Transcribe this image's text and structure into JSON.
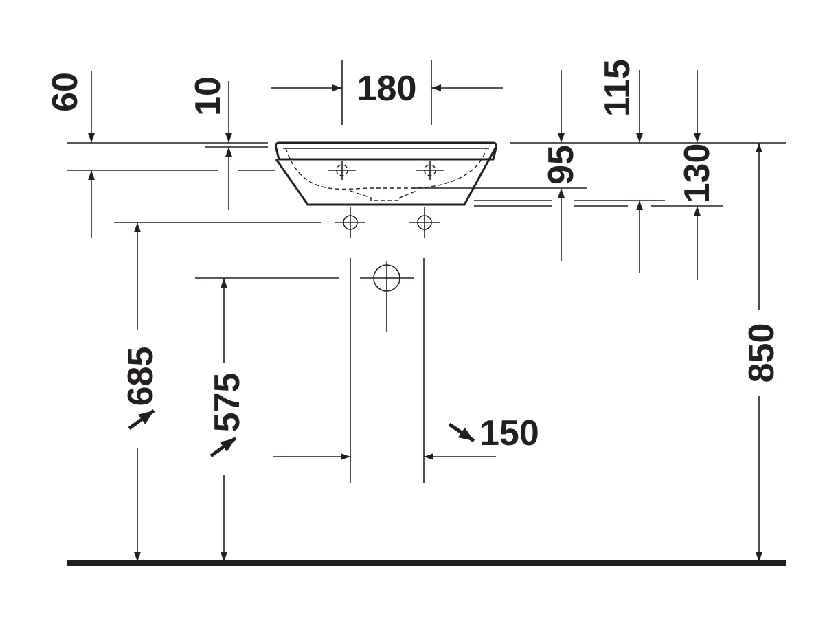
{
  "drawing": {
    "ink_color": "#231f20",
    "background": "#ffffff",
    "dimensions": {
      "d60": "60",
      "d10": "10",
      "d180": "180",
      "d115": "115",
      "d95": "95",
      "d130": "130",
      "d685": "685",
      "d575": "575",
      "d150": "150",
      "d850": "850"
    }
  }
}
